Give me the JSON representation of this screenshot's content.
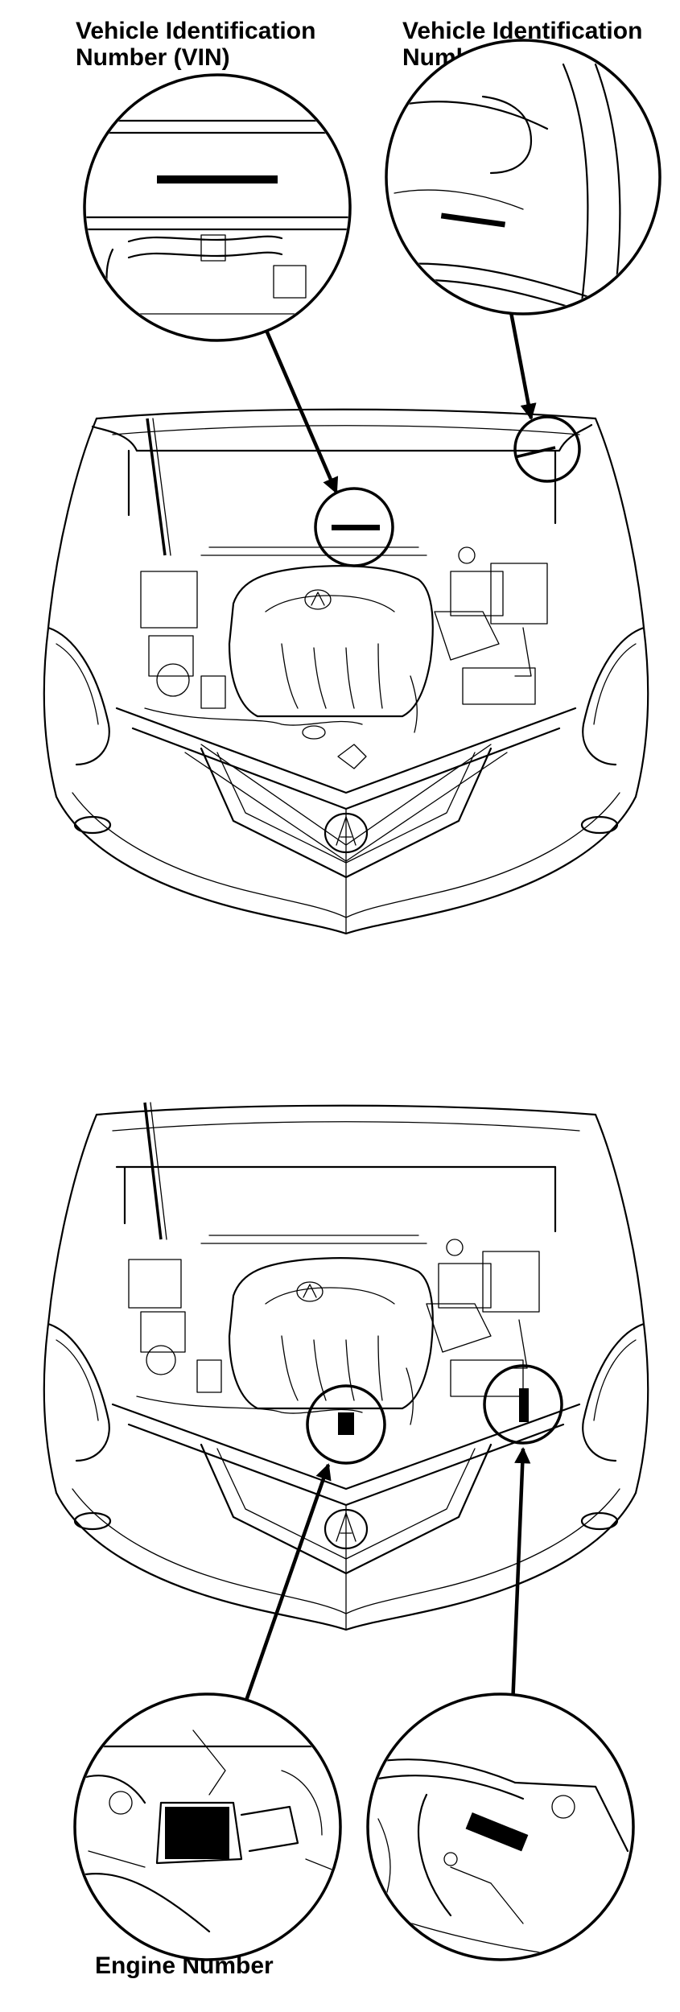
{
  "labels": {
    "vin_left": "Vehicle Identification\nNumber (VIN)",
    "vin_right": "Vehicle Identification\nNumber (VIN)",
    "engine": "Engine Number"
  },
  "icons": [
    "vin-location-callout",
    "engine-number-callout",
    "arrow-head-icon"
  ],
  "colors": {
    "ink": "#000000",
    "paper": "#ffffff"
  }
}
